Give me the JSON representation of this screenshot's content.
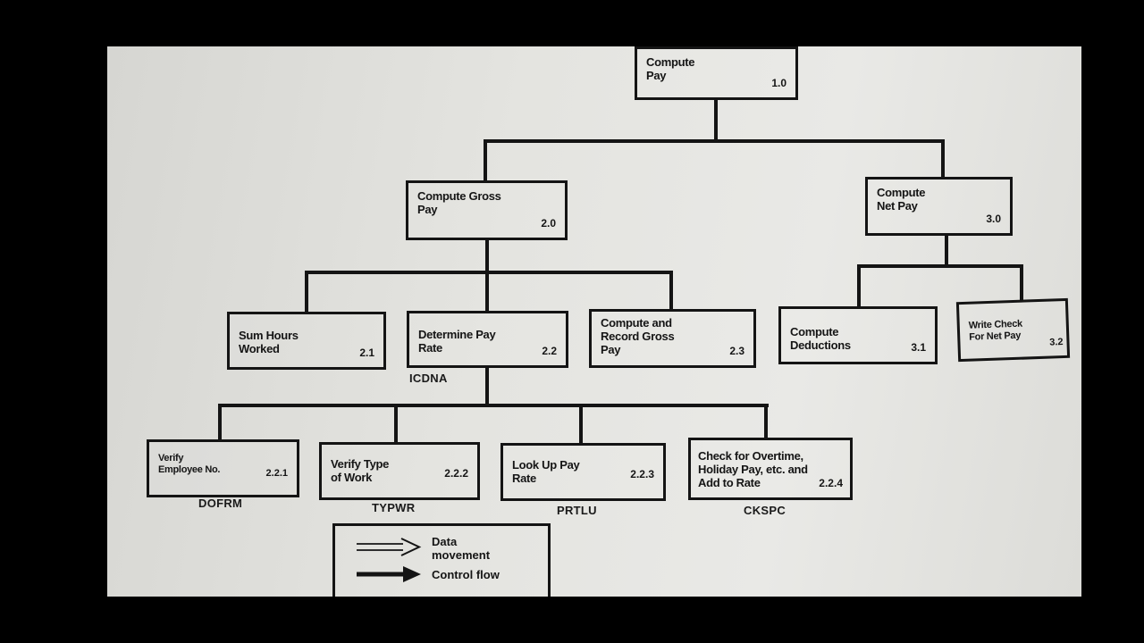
{
  "diagram": {
    "nodes": {
      "n1_0": {
        "label": "Compute\nPay",
        "num": "1.0"
      },
      "n2_0": {
        "label": "Compute Gross\nPay",
        "num": "2.0"
      },
      "n3_0": {
        "label": "Compute\nNet Pay",
        "num": "3.0"
      },
      "n2_1": {
        "label": "Sum Hours\nWorked",
        "num": "2.1"
      },
      "n2_2": {
        "label": "Determine Pay\nRate",
        "num": "2.2",
        "code": "ICDNA"
      },
      "n2_3": {
        "label": "Compute and\nRecord Gross\nPay",
        "num": "2.3"
      },
      "n3_1": {
        "label": "Compute\nDeductions",
        "num": "3.1"
      },
      "n3_2": {
        "label": "Write Check\nFor Net Pay",
        "num": "3.2"
      },
      "n2_2_1": {
        "label": "Verify\nEmployee No.",
        "num": "2.2.1",
        "code": "DOFRM"
      },
      "n2_2_2": {
        "label": "Verify Type\nof Work",
        "num": "2.2.2",
        "code": "TYPWR"
      },
      "n2_2_3": {
        "label": "Look Up Pay\nRate",
        "num": "2.2.3",
        "code": "PRTLU"
      },
      "n2_2_4": {
        "label": "Check for Overtime,\nHoliday Pay, etc. and\nAdd to Rate",
        "num": "2.2.4",
        "code": "CKSPC"
      }
    },
    "legend": {
      "data_movement": "Data\nmovement",
      "control_flow": "Control flow"
    },
    "colors": {
      "ink": "#141414",
      "paper": "#e4e4e0",
      "background": "#000000"
    }
  }
}
